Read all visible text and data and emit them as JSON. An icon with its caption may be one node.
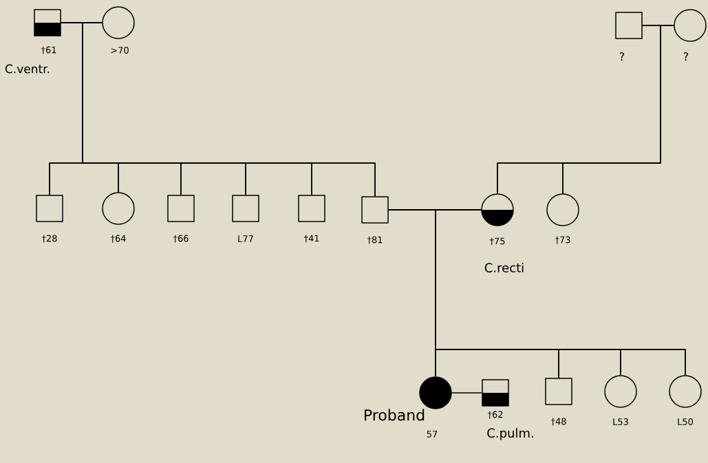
{
  "diagram": {
    "nodes": [
      {
        "text": [],
        "shape": "box",
        "beside": [
          "†61",
          "C.ventr."
        ]
      },
      {
        "text": [],
        "shape": "circle",
        "beside": [
          ">70"
        ]
      },
      {
        "text": [],
        "shape": "box",
        "beside": [
          "?"
        ]
      },
      {
        "text": [],
        "shape": "circle",
        "beside": [
          "?"
        ]
      },
      {
        "text": [],
        "shape": "box",
        "beside": [
          "†28"
        ]
      },
      {
        "text": [],
        "shape": "circle",
        "beside": [
          "†64"
        ]
      },
      {
        "text": [],
        "shape": "box",
        "beside": [
          "†66"
        ]
      },
      {
        "text": [],
        "shape": "box",
        "beside": [
          "L77"
        ]
      },
      {
        "text": [],
        "shape": "box",
        "beside": [
          "†41"
        ]
      },
      {
        "text": [],
        "shape": "box",
        "beside": [
          "†81"
        ]
      },
      {
        "text": [],
        "shape": "circle",
        "beside": [
          "†75",
          "C.recti"
        ]
      },
      {
        "text": [],
        "shape": "circle",
        "beside": [
          "†73"
        ]
      },
      {
        "text": [],
        "shape": "circle",
        "beside": [
          "Proband",
          "57"
        ]
      },
      {
        "text": [],
        "shape": "box",
        "beside": [
          "†62",
          "C.pulm."
        ]
      },
      {
        "text": [],
        "shape": "box",
        "beside": [
          "†48"
        ]
      },
      {
        "text": [],
        "shape": "circle",
        "beside": [
          "L53"
        ]
      },
      {
        "text": [],
        "shape": "circle",
        "beside": [
          "L50"
        ]
      }
    ],
    "edges": [
      {
        "from": 0,
        "to": 1,
        "arrow": "none"
      },
      {
        "from": 2,
        "to": 3,
        "arrow": "none"
      },
      {
        "from": 9,
        "to": 10,
        "arrow": "none"
      },
      {
        "from": 12,
        "to": 13,
        "arrow": "none"
      },
      {
        "from": 0,
        "to": 4,
        "arrow": "none"
      },
      {
        "from": 0,
        "to": 5,
        "arrow": "none"
      },
      {
        "from": 0,
        "to": 6,
        "arrow": "none"
      },
      {
        "from": 0,
        "to": 7,
        "arrow": "none"
      },
      {
        "from": 0,
        "to": 8,
        "arrow": "none"
      },
      {
        "from": 0,
        "to": 9,
        "arrow": "none"
      },
      {
        "from": 1,
        "to": 4,
        "arrow": "none"
      },
      {
        "from": 1,
        "to": 5,
        "arrow": "none"
      },
      {
        "from": 1,
        "to": 6,
        "arrow": "none"
      },
      {
        "from": 1,
        "to": 7,
        "arrow": "none"
      },
      {
        "from": 1,
        "to": 8,
        "arrow": "none"
      },
      {
        "from": 1,
        "to": 9,
        "arrow": "none"
      },
      {
        "from": 2,
        "to": 10,
        "arrow": "none"
      },
      {
        "from": 2,
        "to": 11,
        "arrow": "none"
      },
      {
        "from": 3,
        "to": 10,
        "arrow": "none"
      },
      {
        "from": 3,
        "to": 11,
        "arrow": "none"
      },
      {
        "from": 9,
        "to": 12,
        "arrow": "none"
      },
      {
        "from": 9,
        "to": 14,
        "arrow": "none"
      },
      {
        "from": 9,
        "to": 15,
        "arrow": "none"
      },
      {
        "from": 9,
        "to": 16,
        "arrow": "none"
      },
      {
        "from": 10,
        "to": 12,
        "arrow": "none"
      },
      {
        "from": 10,
        "to": 14,
        "arrow": "none"
      },
      {
        "from": 10,
        "to": 15,
        "arrow": "none"
      },
      {
        "from": 10,
        "to": 16,
        "arrow": "none"
      }
    ]
  }
}
